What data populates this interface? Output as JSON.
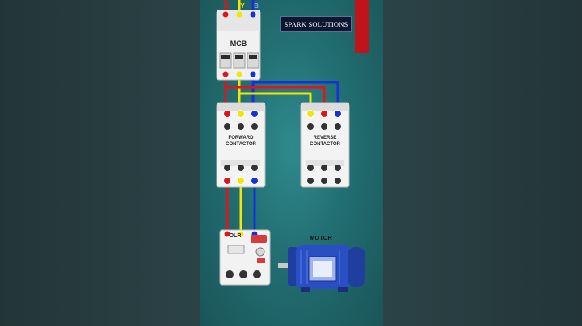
{
  "brand": "SPARK SOLUTIONS",
  "phases": [
    {
      "letter": "R",
      "color": "#e0151c"
    },
    {
      "letter": "Y",
      "color": "#f3e600"
    },
    {
      "letter": "B",
      "color": "#1532d6"
    }
  ],
  "devices": {
    "mcb": "MCB",
    "forward": [
      "FORWARD",
      "CONTACTOR"
    ],
    "reverse": [
      "REVERSE",
      "CONTACTOR"
    ],
    "olr": "OLR",
    "motor": "MOTOR"
  },
  "colors": {
    "background": "#26393c",
    "board": "#2f8a8c",
    "accent_bar": "#c0141a",
    "device_body": "#f2f2f2",
    "motor_blue": "#2a4fc4"
  },
  "icons": [
    "mcb-icon",
    "contactor-icon",
    "overload-relay-icon",
    "motor-icon"
  ]
}
